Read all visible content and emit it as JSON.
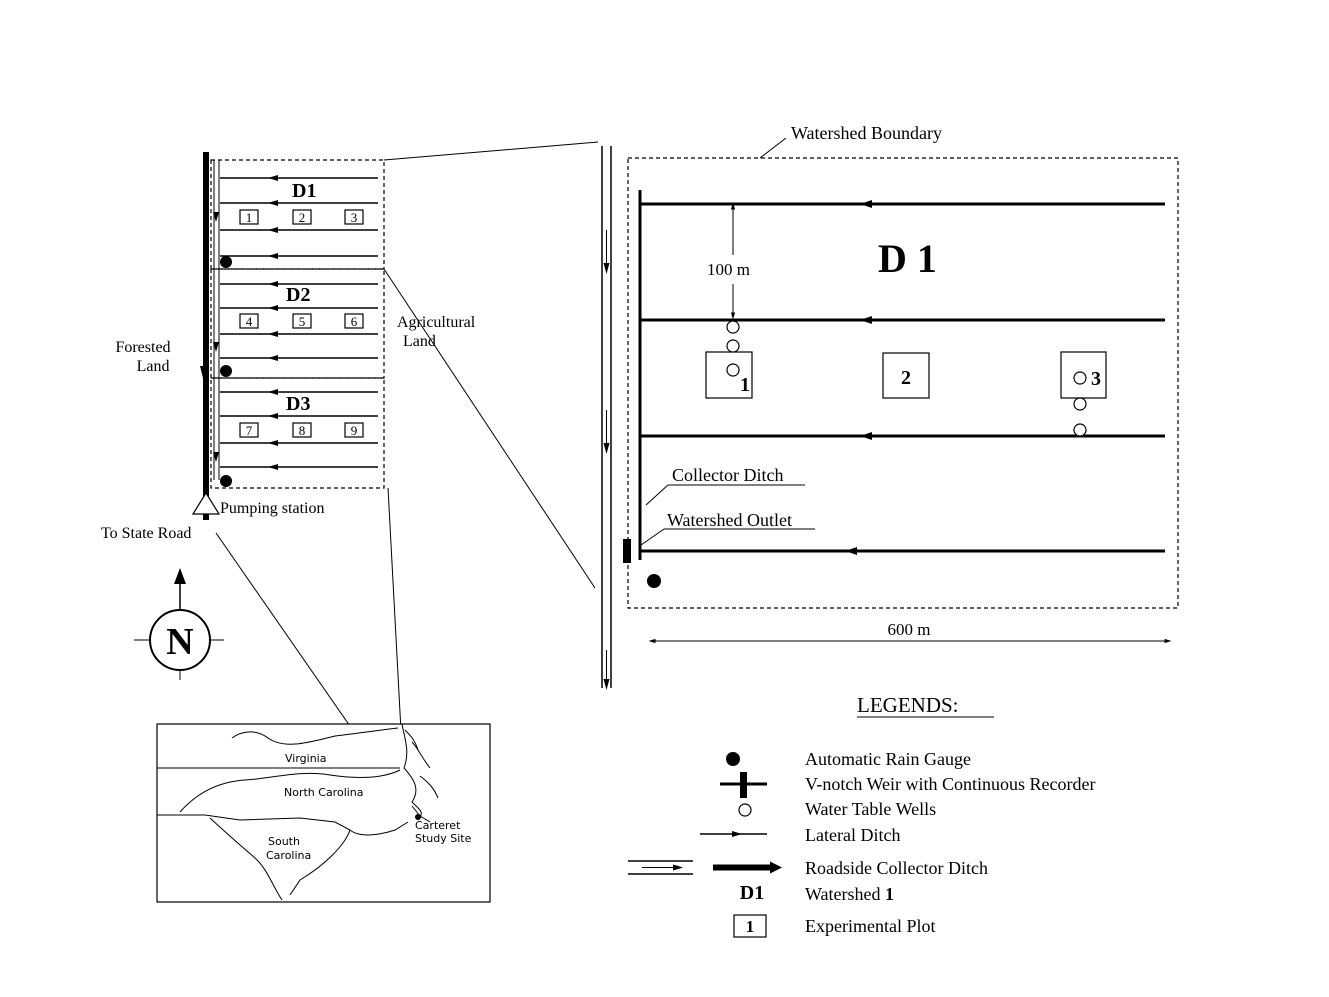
{
  "overview": {
    "watersheds": [
      {
        "id": "D1",
        "label": "D1",
        "plots": [
          "1",
          "2",
          "3"
        ]
      },
      {
        "id": "D2",
        "label": "D2",
        "plots": [
          "4",
          "5",
          "6"
        ]
      },
      {
        "id": "D3",
        "label": "D3",
        "plots": [
          "7",
          "8",
          "9"
        ]
      }
    ],
    "labels": {
      "forested_land": [
        "Forested",
        "Land"
      ],
      "agricultural_land": [
        "Agricultural",
        "Land"
      ],
      "pumping_station": "Pumping station",
      "to_state_road": "To State Road"
    }
  },
  "compass": {
    "letter": "N"
  },
  "inset_map": {
    "states": [
      "Virginia",
      "North Carolina",
      "South",
      "Carolina"
    ],
    "site": [
      "Carteret",
      "Study Site"
    ]
  },
  "detail": {
    "watershed_boundary": "Watershed Boundary",
    "title": "D 1",
    "spacing_label": "100 m",
    "width_label": "600 m",
    "collector_ditch": "Collector Ditch",
    "watershed_outlet": "Watershed Outlet",
    "plots": [
      "1",
      "2",
      "3"
    ]
  },
  "legend": {
    "title": "LEGENDS:",
    "items": [
      {
        "symbol": "rain-gauge",
        "label": "Automatic Rain Gauge"
      },
      {
        "symbol": "weir",
        "label": "V-notch Weir with Continuous Recorder"
      },
      {
        "symbol": "well",
        "label": "Water Table Wells"
      },
      {
        "symbol": "lateral-ditch",
        "label": "Lateral Ditch"
      },
      {
        "symbol": "collector-ditch",
        "label": "Roadside Collector Ditch"
      },
      {
        "symbol": "watershed",
        "symbol_text": "D1",
        "label_prefix": "Watershed ",
        "label_bold": "1"
      },
      {
        "symbol": "plot",
        "symbol_text": "1",
        "label": "Experimental Plot"
      }
    ]
  }
}
